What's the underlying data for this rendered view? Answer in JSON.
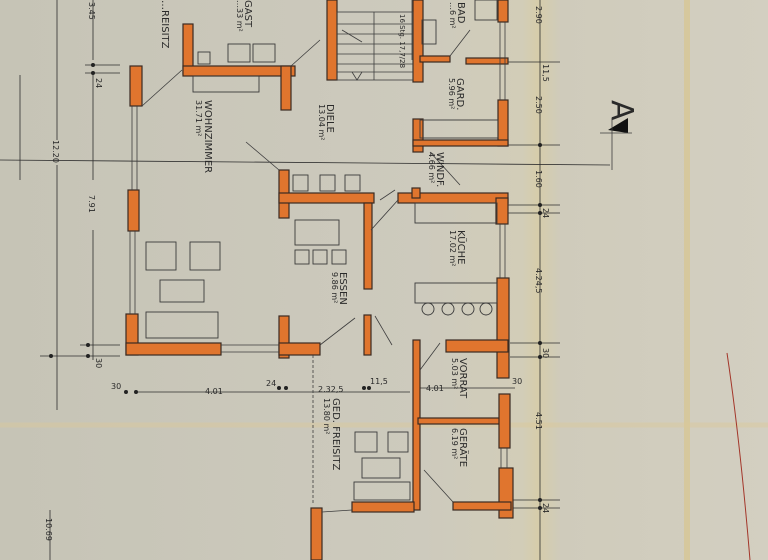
{
  "document": {
    "type": "architectural floor plan (ground floor), rotated 90°",
    "north_marker": "A",
    "colors": {
      "wall": "#e0752e",
      "paper": "#cbc8ba",
      "line": "#2e2e2e",
      "red_line": "#a3362a"
    }
  },
  "rooms": [
    {
      "id": "wohnzimmer",
      "name": "WOHNZIMMER",
      "area": "31.71 m²"
    },
    {
      "id": "diele",
      "name": "DIELE",
      "area": "13.04 m²"
    },
    {
      "id": "gard",
      "name": "GARD.",
      "area": "5.96 m²"
    },
    {
      "id": "windf",
      "name": "WINDF.",
      "area": "4.66 m²"
    },
    {
      "id": "kueche",
      "name": "KÜCHE",
      "area": "17.02 m²"
    },
    {
      "id": "essen",
      "name": "ESSEN",
      "area": "9.86 m²"
    },
    {
      "id": "vorrat",
      "name": "VORRAT",
      "area": "5.03 m²"
    },
    {
      "id": "geraete",
      "name": "GERÄTE",
      "area": "6.19 m²"
    },
    {
      "id": "ged_freisitz",
      "name": "GED. FREISITZ",
      "area": "13.80 m²"
    },
    {
      "id": "bad",
      "name": "BAD",
      "area": "…6 m²"
    },
    {
      "id": "gast",
      "name": "GAST",
      "area": "…33 m²"
    },
    {
      "id": "freisitz_top",
      "name": "…REISITZ",
      "area": ""
    }
  ],
  "stair": {
    "label": "16 Stg. 17,7/28"
  },
  "dimensions": {
    "left_outer": [
      "12.20",
      "10.69"
    ],
    "left_inner": [
      "3.45",
      "24",
      "7.91",
      "30"
    ],
    "right_chain": [
      "2.90",
      "11,5",
      "2.50",
      "1.60",
      "24",
      "4.24,5",
      "30",
      "4.51",
      "24"
    ],
    "bottom_chain": [
      "30",
      "4.01",
      "24",
      "2.32,5",
      "11,5",
      "4.01",
      "30"
    ]
  }
}
